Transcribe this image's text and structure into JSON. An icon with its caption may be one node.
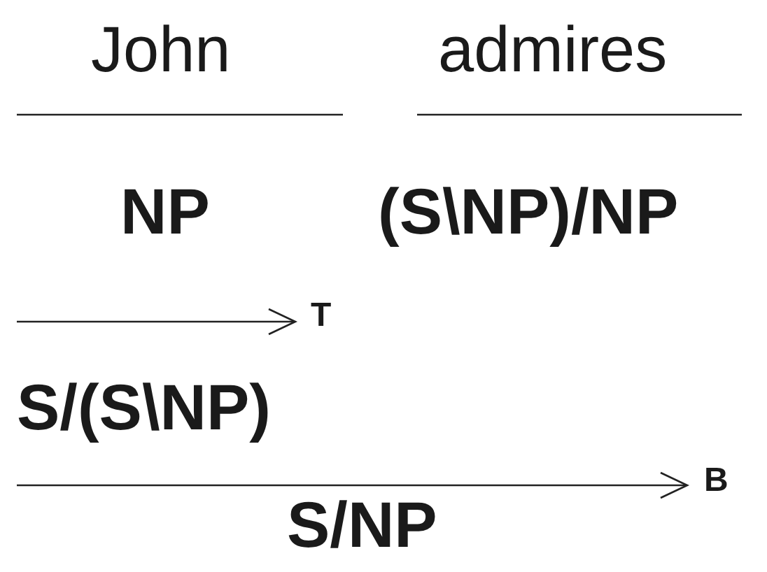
{
  "diagram": {
    "labels": [
      "John",
      "admires",
      "NP",
      "(S\\NP)/NP",
      "T",
      "S/(S\\NP)",
      "B",
      "S/NP"
    ]
  }
}
